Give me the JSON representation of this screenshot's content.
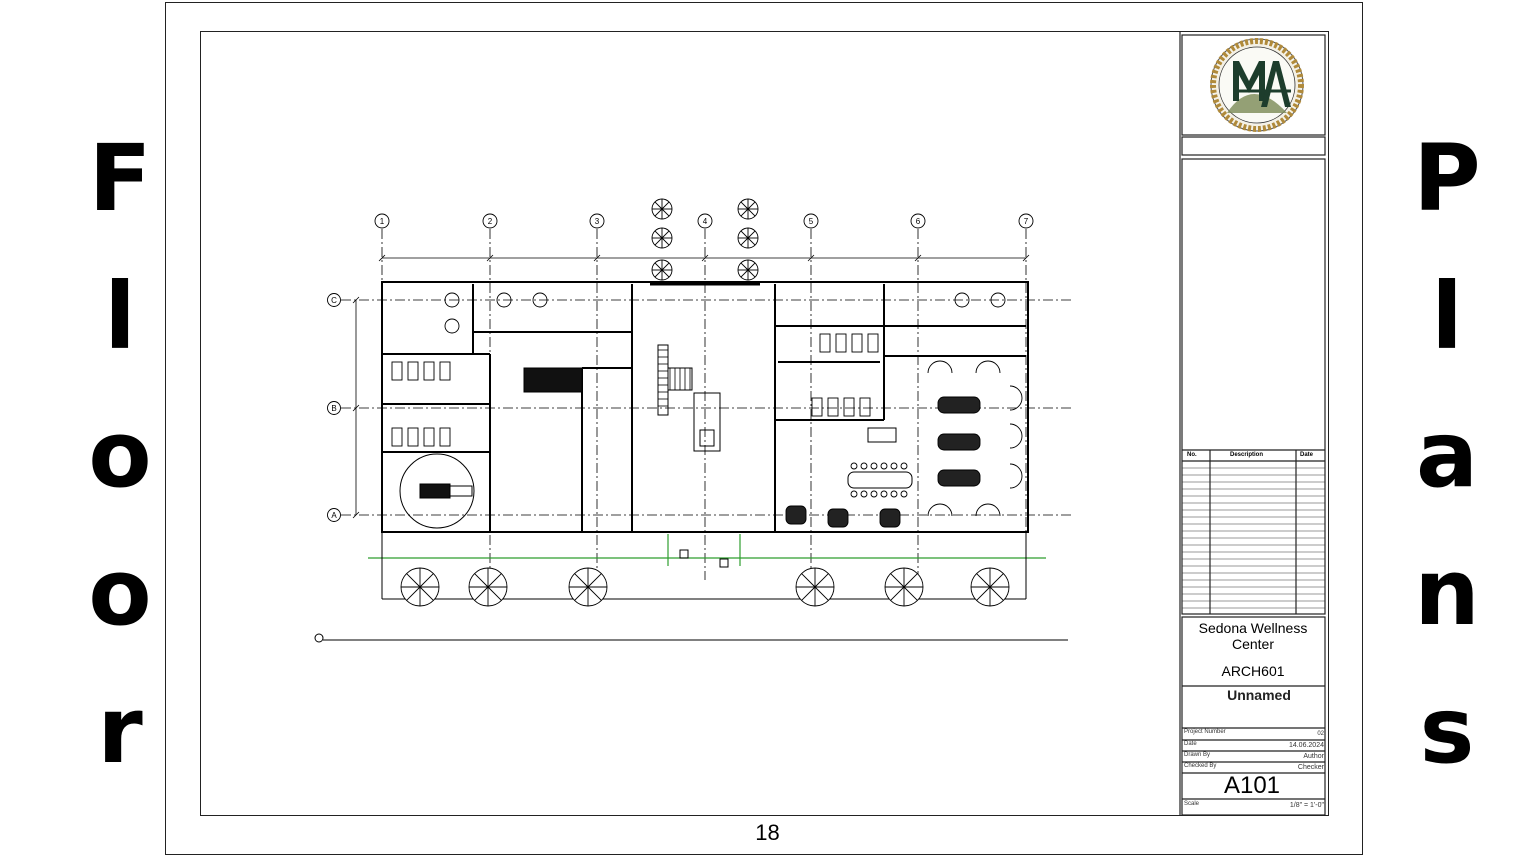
{
  "title_left": [
    "F",
    "l",
    "o",
    "o",
    "r"
  ],
  "title_right": [
    "P",
    "l",
    "a",
    "n",
    "s"
  ],
  "page_number": "18",
  "title_block": {
    "project_name": "Sedona Wellness Center",
    "project_code": "ARCH601",
    "sheet_name": "Unnamed",
    "sheet_number": "A101",
    "revision_headers": [
      "No.",
      "Description",
      "Date"
    ],
    "fields": [
      {
        "label": "Project Number",
        "value": "02"
      },
      {
        "label": "Date",
        "value": "14.06.2024"
      },
      {
        "label": "Drawn By",
        "value": "Author"
      },
      {
        "label": "Checked By",
        "value": "Checker"
      }
    ],
    "scale_label": "Scale",
    "scale_value": "1/8\" = 1'-0\""
  },
  "grid_columns": [
    "1",
    "2",
    "3",
    "4",
    "5",
    "6",
    "7"
  ],
  "grid_rows": [
    "C",
    "B",
    "A"
  ],
  "colors": {
    "ink": "#000000",
    "frame": "#222222",
    "green_line": "#2e9e2e",
    "logo_dark": "#1d3d2c",
    "logo_gold": "#b08a3a"
  }
}
